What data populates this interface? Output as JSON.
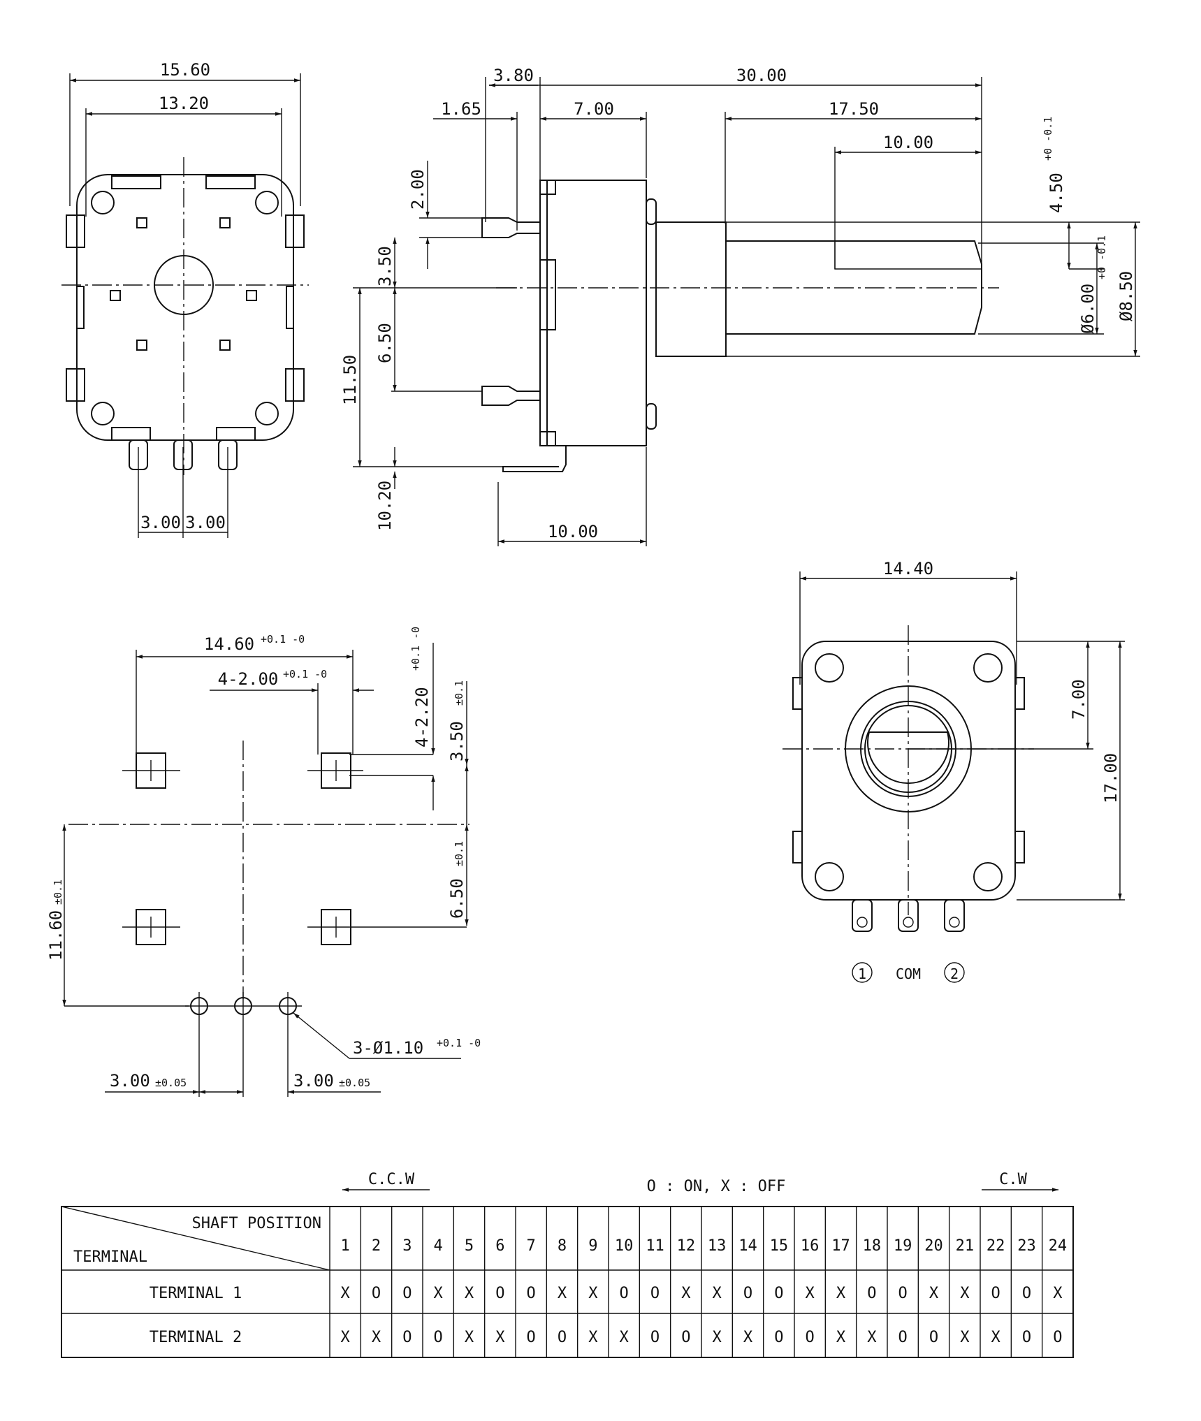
{
  "top_left_view": {
    "dim_width_outer": "15.60",
    "dim_width_inner": "13.20",
    "dim_pin_pitch_left": "3.00",
    "dim_pin_pitch_right": "3.00"
  },
  "side_view": {
    "dim_a": "3.80",
    "dim_b": "30.00",
    "dim_c": "1.65",
    "dim_d": "7.00",
    "dim_e": "17.50",
    "dim_f": "10.00",
    "dim_g": "2.00",
    "dim_h": "3.50",
    "dim_i": "6.50",
    "dim_j": "11.50",
    "dim_k": "10.00",
    "dim_l": "10.20",
    "dim_flat": "4.50",
    "dim_flat_tol": "+0 -0.1",
    "dim_shaft_dia": "Ø6.00",
    "dim_shaft_tol": "+0 -0.1",
    "dim_body_dia": "Ø8.50"
  },
  "pcb_layout": {
    "dim_pitch": "14.60",
    "dim_pitch_tol": "+0.1 -0",
    "dim_pad": "4-2.00",
    "dim_pad_tol": "+0.1 -0",
    "dim_pad_v": "4-2.20",
    "dim_pad_v_tol": "+0.1 -0",
    "dim_v1": "3.50",
    "dim_v1_tol": "±0.1",
    "dim_v2": "6.50",
    "dim_v2_tol": "±0.1",
    "dim_v3": "11.60",
    "dim_v3_tol": "±0.1",
    "dim_hole": "3-Ø1.10",
    "dim_hole_tol": "+0.1 -0",
    "dim_hp1": "3.00",
    "dim_hp1_tol": "±0.05",
    "dim_hp2": "3.00",
    "dim_hp2_tol": "±0.05"
  },
  "front_view": {
    "dim_width": "14.40",
    "dim_v1": "7.00",
    "dim_v2": "17.00",
    "terminal_1": "①",
    "terminal_com": "COM",
    "terminal_2": "②"
  },
  "switch_table": {
    "ccw_label": "C.C.W",
    "cw_label": "C.W",
    "legend": "O : ON, X : OFF",
    "header_top": "SHAFT POSITION",
    "header_bottom": "TERMINAL",
    "positions": [
      "1",
      "2",
      "3",
      "4",
      "5",
      "6",
      "7",
      "8",
      "9",
      "10",
      "11",
      "12",
      "13",
      "14",
      "15",
      "16",
      "17",
      "18",
      "19",
      "20",
      "21",
      "22",
      "23",
      "24"
    ],
    "rows": [
      {
        "label": "TERMINAL 1",
        "values": [
          "X",
          "O",
          "O",
          "X",
          "X",
          "O",
          "O",
          "X",
          "X",
          "O",
          "O",
          "X",
          "X",
          "O",
          "O",
          "X",
          "X",
          "O",
          "O",
          "X",
          "X",
          "O",
          "O",
          "X"
        ]
      },
      {
        "label": "TERMINAL 2",
        "values": [
          "X",
          "X",
          "O",
          "O",
          "X",
          "X",
          "O",
          "O",
          "X",
          "X",
          "O",
          "O",
          "X",
          "X",
          "O",
          "O",
          "X",
          "X",
          "O",
          "O",
          "X",
          "X",
          "O",
          "O"
        ]
      }
    ]
  }
}
